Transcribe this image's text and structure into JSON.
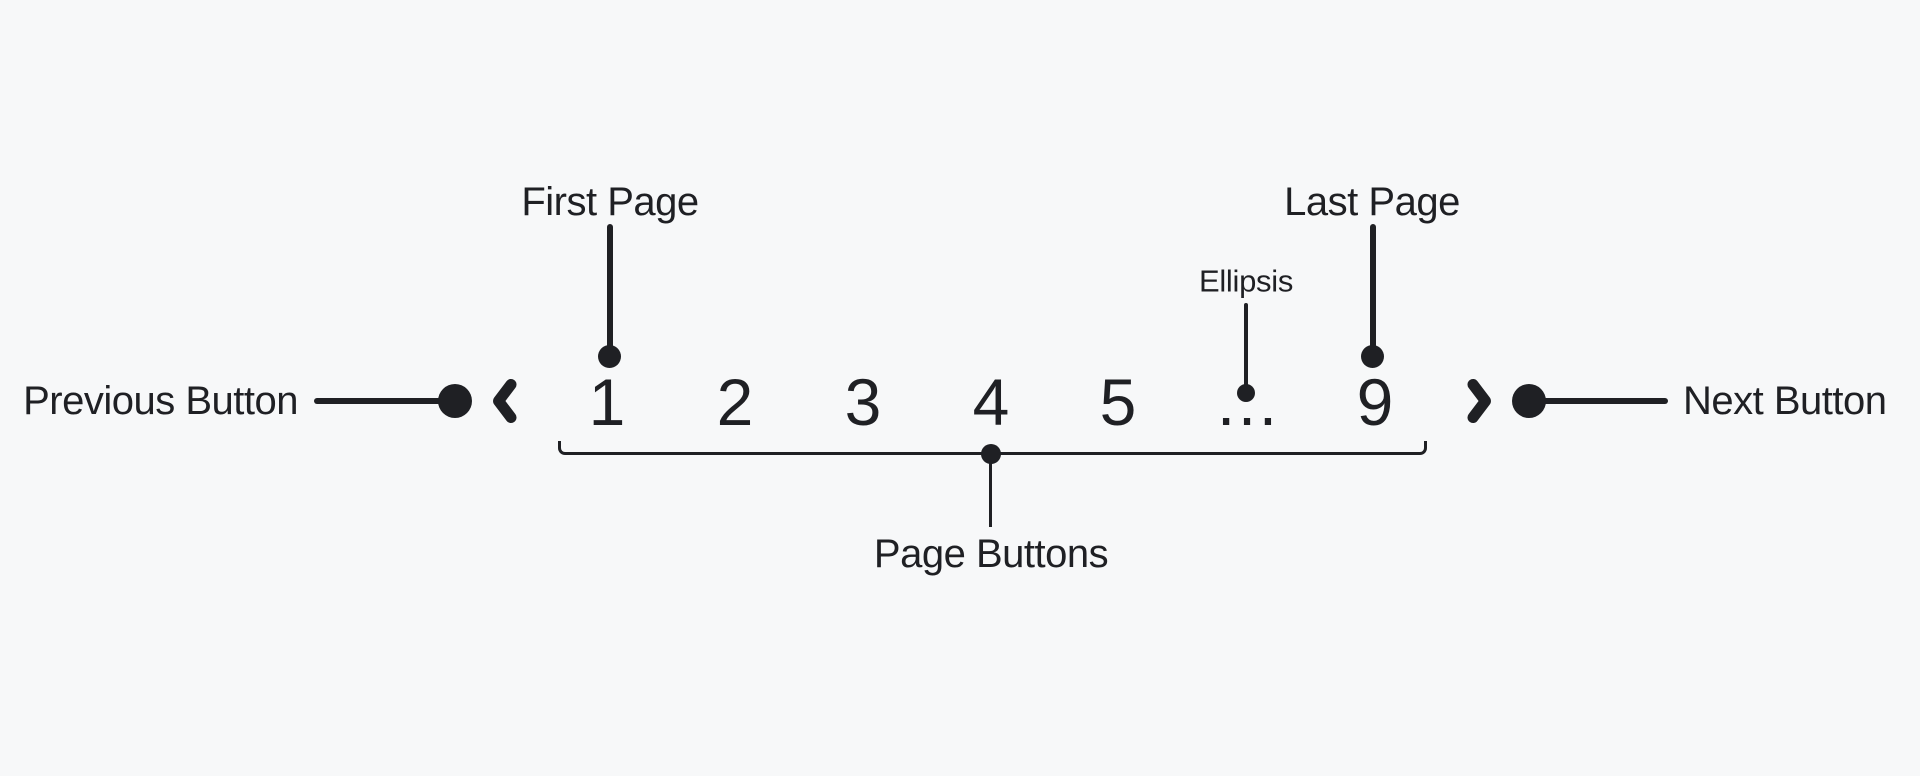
{
  "colors": {
    "background": "#f7f8f9",
    "ink": "#1f2024"
  },
  "pagination": {
    "pages": [
      "1",
      "2",
      "3",
      "4",
      "5",
      "…",
      "9"
    ],
    "icons": {
      "previous": "chevron-left",
      "next": "chevron-right"
    }
  },
  "annotations": {
    "previous_button": "Previous Button",
    "next_button": "Next Button",
    "first_page": "First Page",
    "last_page": "Last Page",
    "ellipsis": "Ellipsis",
    "page_buttons": "Page Buttons"
  }
}
